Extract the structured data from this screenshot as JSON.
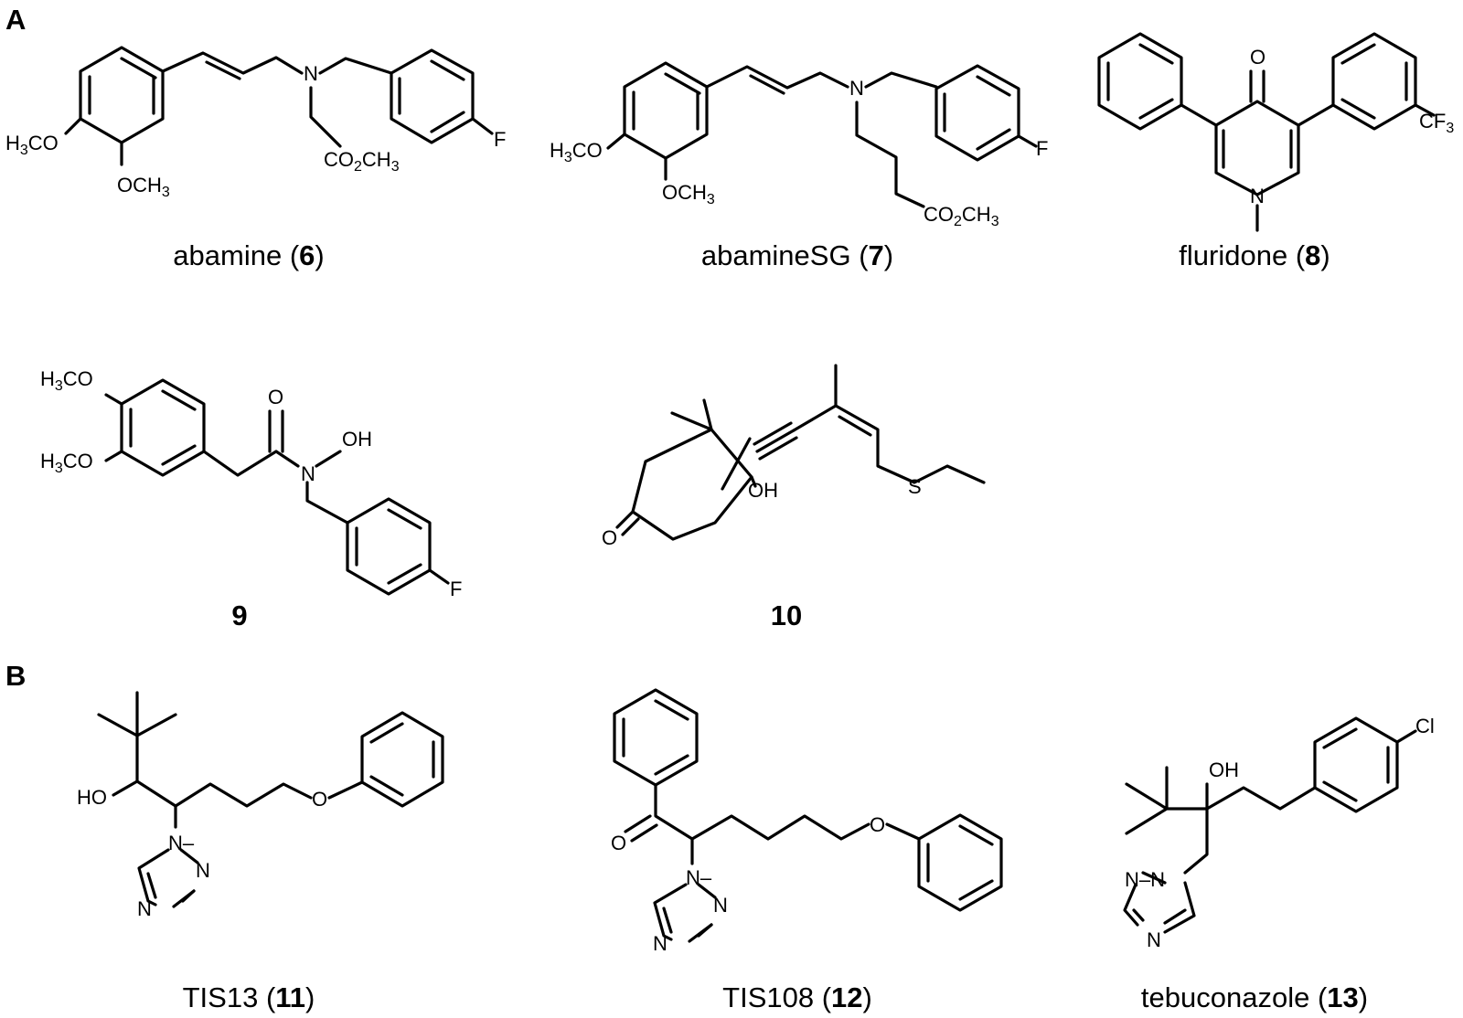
{
  "panels": {
    "a": "A",
    "b": "B"
  },
  "compounds": {
    "c6": {
      "name": "abamine",
      "num": "6"
    },
    "c7": {
      "name": "abamineSG",
      "num": "7"
    },
    "c8": {
      "name": "fluridone",
      "num": "8"
    },
    "c9": {
      "num": "9"
    },
    "c10": {
      "num": "10"
    },
    "c11": {
      "name": "TIS13",
      "num": "11"
    },
    "c12": {
      "name": "TIS108",
      "num": "12"
    },
    "c13": {
      "name": "tebuconazole",
      "num": "13"
    }
  },
  "atoms": {
    "n": "N",
    "o": "O",
    "f": "F",
    "s": "S",
    "oh": "OH",
    "ho": "HO",
    "cl": "Cl",
    "h3co_h": "H",
    "h3co_3": "3",
    "h3co_co": "CO",
    "och3_oc": "OCH",
    "och3_3": "3",
    "co2_co": "CO",
    "co2_2": "2",
    "co2_ch": "CH",
    "co2_3": "3",
    "cf3_cf": "CF",
    "cf3_3": "3",
    "n_1": "N",
    "n_2": "N",
    "n_dash": "–"
  }
}
